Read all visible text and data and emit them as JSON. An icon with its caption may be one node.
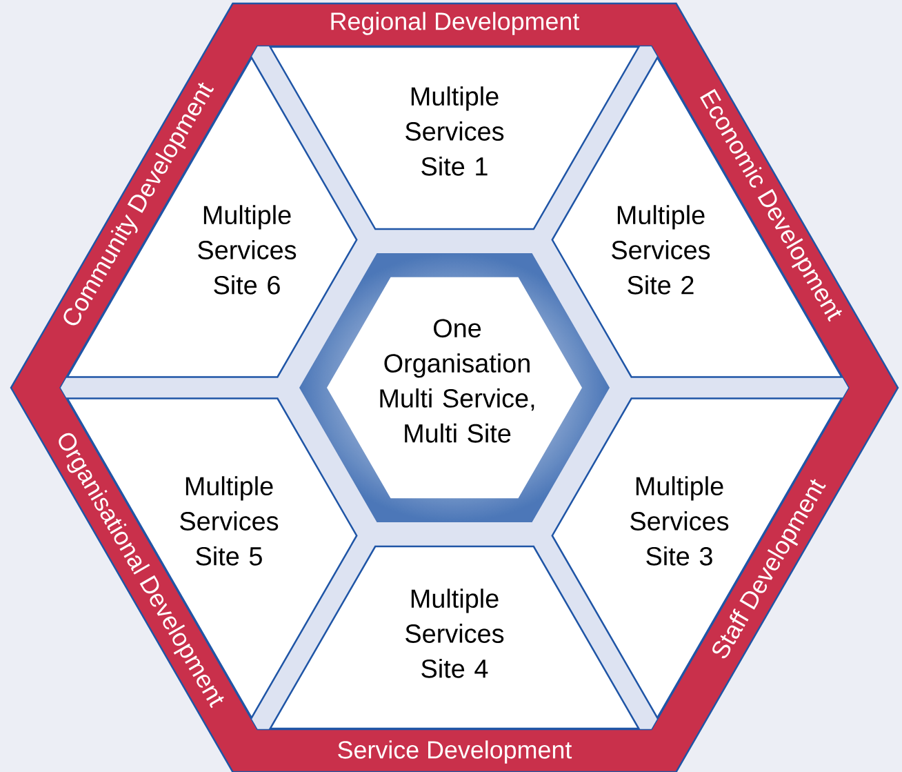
{
  "diagram": {
    "nodes": [
      {
        "text": [
          "One Organisation Multi Service, Multi Site"
        ]
      },
      {
        "text": [
          "Multiple Services Site 1"
        ]
      },
      {
        "text": [
          "Multiple Services Site 2"
        ]
      },
      {
        "text": [
          "Multiple Services Site 3"
        ]
      },
      {
        "text": [
          "Multiple Services Site 4"
        ]
      },
      {
        "text": [
          "Multiple Services Site 5"
        ]
      },
      {
        "text": [
          "Multiple Services Site 6"
        ]
      }
    ],
    "labels": [
      "Regional Development",
      "Economic Development",
      "Staff Development",
      "Service Development",
      "Organisational Development",
      "Community Development"
    ]
  }
}
